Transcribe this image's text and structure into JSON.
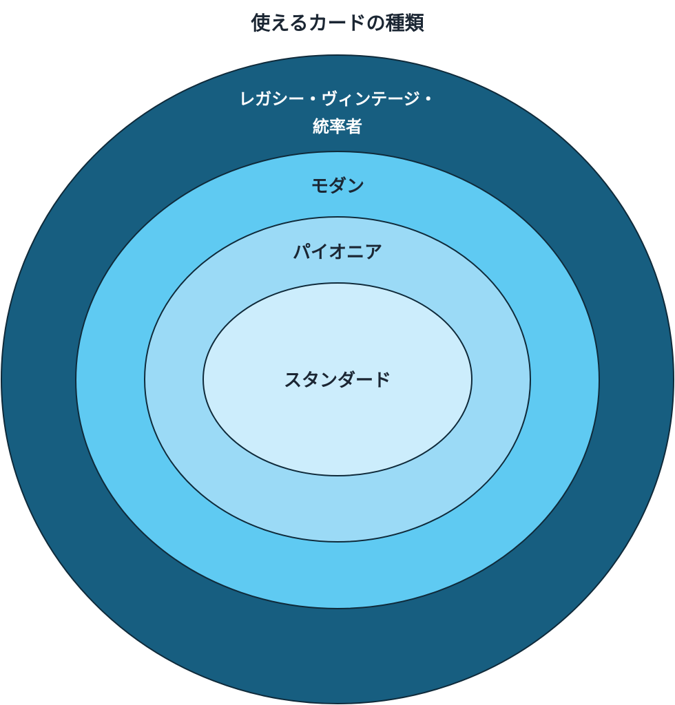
{
  "title": "使えるカードの種類",
  "rings": [
    {
      "label_line1": "レガシー・ヴィンテージ・",
      "label_line2": "統率者",
      "color": "#175e80"
    },
    {
      "label": "モダン",
      "color": "#5fcaf2"
    },
    {
      "label": "パイオニア",
      "color": "#9bdaf6"
    },
    {
      "label": "スタンダード",
      "color": "#ccedfc"
    }
  ],
  "outline_color": "#0f2a3a"
}
